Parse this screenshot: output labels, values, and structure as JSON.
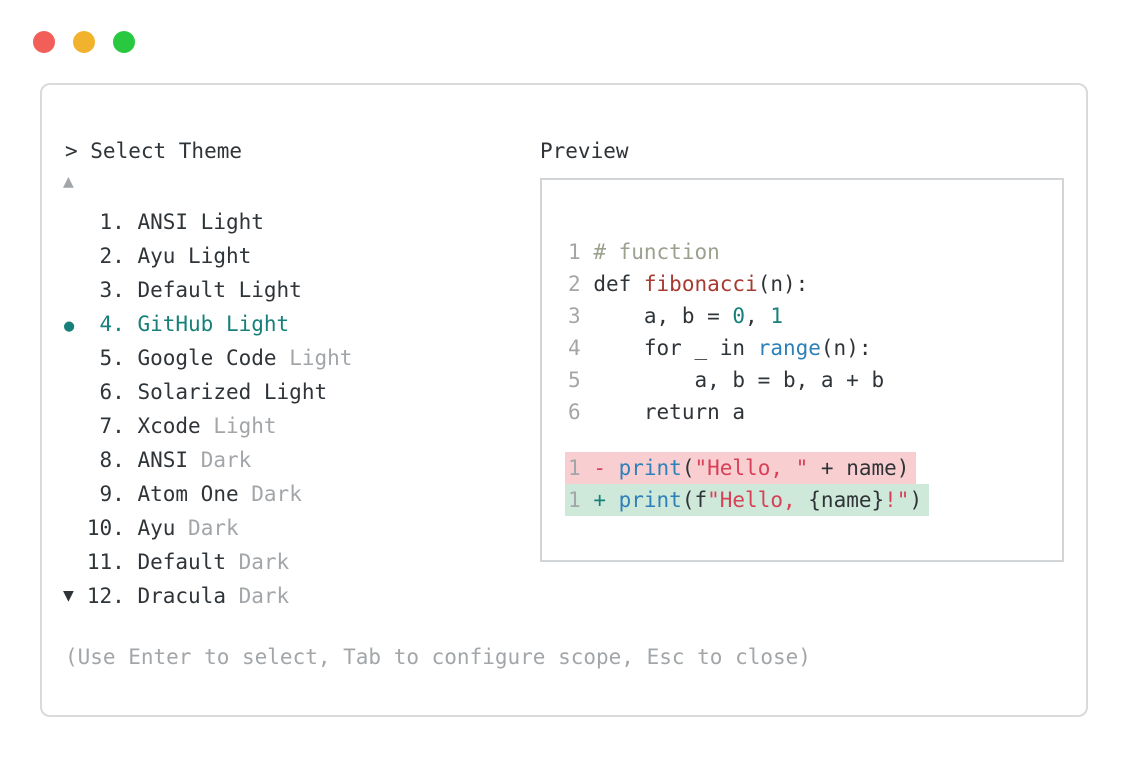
{
  "palette": {
    "accent_teal": "#17807a",
    "text_dark": "#2f3438",
    "muted_gray": "#a2a6a9",
    "comment_green": "#9ba18f",
    "function_red": "#a73b31",
    "string_crimson": "#d84057",
    "builtin_blue": "#2e80b9",
    "diff_removed_bg": "#f9ced1",
    "diff_added_bg": "#cee9da",
    "panel_border": "#d8dadb",
    "preview_border": "#d2d5d7",
    "traffic_red": "#f15f58",
    "traffic_yellow": "#f1b32e",
    "traffic_green": "#28c840"
  },
  "selector": {
    "title": "> Select Theme",
    "up_arrow": "▲",
    "down_arrow": "▼",
    "selected_marker": "●",
    "items": [
      {
        "n": 1,
        "label": "ANSI Light",
        "muted": "",
        "selected": false
      },
      {
        "n": 2,
        "label": "Ayu Light",
        "muted": "",
        "selected": false
      },
      {
        "n": 3,
        "label": "Default Light",
        "muted": "",
        "selected": false
      },
      {
        "n": 4,
        "label": "GitHub Light",
        "muted": "",
        "selected": true
      },
      {
        "n": 5,
        "label": "Google Code",
        "muted": "Light",
        "selected": false
      },
      {
        "n": 6,
        "label": "Solarized Light",
        "muted": "",
        "selected": false
      },
      {
        "n": 7,
        "label": "Xcode",
        "muted": "Light",
        "selected": false
      },
      {
        "n": 8,
        "label": "ANSI",
        "muted": "Dark",
        "selected": false
      },
      {
        "n": 9,
        "label": "Atom One",
        "muted": "Dark",
        "selected": false
      },
      {
        "n": 10,
        "label": "Ayu",
        "muted": "Dark",
        "selected": false
      },
      {
        "n": 11,
        "label": "Default",
        "muted": "Dark",
        "selected": false
      },
      {
        "n": 12,
        "label": "Dracula",
        "muted": "Dark",
        "selected": false
      }
    ],
    "hint": "(Use Enter to select, Tab to configure scope, Esc to close)"
  },
  "preview": {
    "title": "Preview",
    "code_lines": [
      {
        "num": "1",
        "segments": [
          {
            "t": "# function",
            "c": "comment"
          }
        ]
      },
      {
        "num": "2",
        "segments": [
          {
            "t": "def ",
            "c": "text"
          },
          {
            "t": "fibonacci",
            "c": "function"
          },
          {
            "t": "(n):",
            "c": "text"
          }
        ]
      },
      {
        "num": "3",
        "segments": [
          {
            "t": "    a, b = ",
            "c": "text"
          },
          {
            "t": "0",
            "c": "number"
          },
          {
            "t": ", ",
            "c": "text"
          },
          {
            "t": "1",
            "c": "number"
          }
        ]
      },
      {
        "num": "4",
        "segments": [
          {
            "t": "    for _ in ",
            "c": "text"
          },
          {
            "t": "range",
            "c": "builtin"
          },
          {
            "t": "(n):",
            "c": "text"
          }
        ]
      },
      {
        "num": "5",
        "segments": [
          {
            "t": "        a, b = b, a + b",
            "c": "text"
          }
        ]
      },
      {
        "num": "6",
        "segments": [
          {
            "t": "    return a",
            "c": "text"
          }
        ]
      }
    ],
    "diff_lines": [
      {
        "num": "1",
        "type": "removed",
        "segments": [
          {
            "t": "- ",
            "c": "string"
          },
          {
            "t": "print",
            "c": "builtin"
          },
          {
            "t": "(",
            "c": "text"
          },
          {
            "t": "\"Hello, \"",
            "c": "string"
          },
          {
            "t": " + name)",
            "c": "text"
          }
        ]
      },
      {
        "num": "1",
        "type": "added",
        "segments": [
          {
            "t": "+ ",
            "c": "number"
          },
          {
            "t": "print",
            "c": "builtin"
          },
          {
            "t": "(f",
            "c": "text"
          },
          {
            "t": "\"Hello, ",
            "c": "string"
          },
          {
            "t": "{name}",
            "c": "text"
          },
          {
            "t": "!\"",
            "c": "string"
          },
          {
            "t": ")",
            "c": "text"
          }
        ]
      }
    ]
  }
}
